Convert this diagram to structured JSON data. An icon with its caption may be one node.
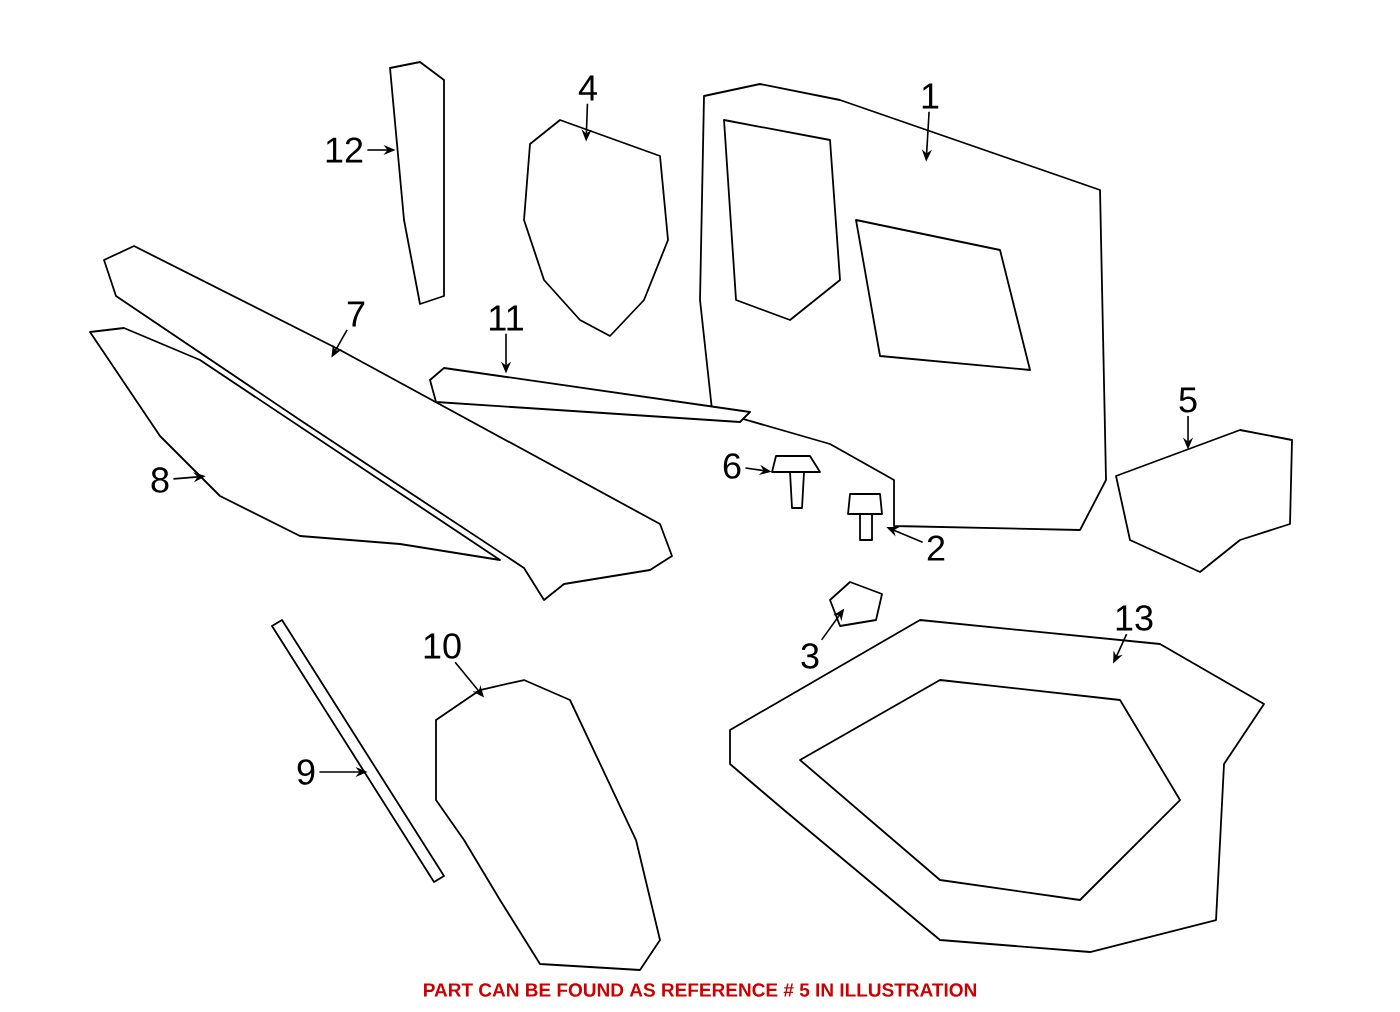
{
  "diagram": {
    "caption": "PART CAN BE FOUND AS REFERENCE # 5 IN ILLUSTRATION",
    "nodes": [
      {
        "text": [
          "1"
        ]
      },
      {
        "text": [],
        "shape": "picture"
      },
      {
        "text": [
          "2"
        ]
      },
      {
        "text": [],
        "shape": "picture"
      },
      {
        "text": [
          "3"
        ]
      },
      {
        "text": [],
        "shape": "picture"
      },
      {
        "text": [
          "4"
        ]
      },
      {
        "text": [],
        "shape": "picture"
      },
      {
        "text": [
          "5"
        ]
      },
      {
        "text": [],
        "shape": "picture"
      },
      {
        "text": [
          "6"
        ]
      },
      {
        "text": [],
        "shape": "picture"
      },
      {
        "text": [
          "7"
        ]
      },
      {
        "text": [],
        "shape": "picture"
      },
      {
        "text": [
          "8"
        ]
      },
      {
        "text": [],
        "shape": "picture"
      },
      {
        "text": [
          "9"
        ]
      },
      {
        "text": [],
        "shape": "picture"
      },
      {
        "text": [
          "10"
        ]
      },
      {
        "text": [],
        "shape": "picture"
      },
      {
        "text": [
          "11"
        ]
      },
      {
        "text": [],
        "shape": "picture"
      },
      {
        "text": [
          "12"
        ]
      },
      {
        "text": [],
        "shape": "picture"
      },
      {
        "text": [
          "13"
        ]
      },
      {
        "text": [],
        "shape": "picture"
      }
    ],
    "edges": [
      {
        "from": 0,
        "to": 1,
        "arrow": "to"
      },
      {
        "from": 2,
        "to": 3,
        "arrow": "to"
      },
      {
        "from": 4,
        "to": 5,
        "arrow": "to"
      },
      {
        "from": 6,
        "to": 7,
        "arrow": "to"
      },
      {
        "from": 8,
        "to": 9,
        "arrow": "to"
      },
      {
        "from": 10,
        "to": 11,
        "arrow": "to"
      },
      {
        "from": 12,
        "to": 13,
        "arrow": "to"
      },
      {
        "from": 14,
        "to": 15,
        "arrow": "to"
      },
      {
        "from": 16,
        "to": 17,
        "arrow": "to"
      },
      {
        "from": 18,
        "to": 19,
        "arrow": "to"
      },
      {
        "from": 20,
        "to": 21,
        "arrow": "to"
      },
      {
        "from": 22,
        "to": 23,
        "arrow": "to"
      },
      {
        "from": 24,
        "to": 25,
        "arrow": "to"
      }
    ]
  }
}
